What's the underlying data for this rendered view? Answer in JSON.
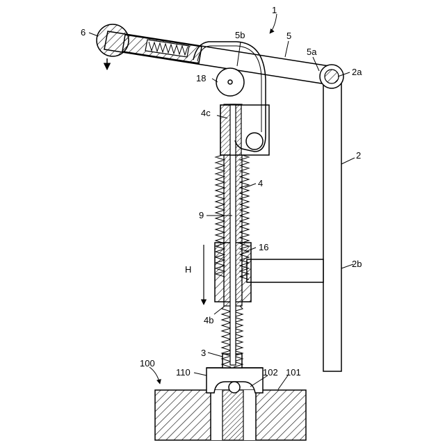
{
  "labels": {
    "n1": "1",
    "n2": "2",
    "n2a": "2a",
    "n2b": "2b",
    "n3": "3",
    "n4": "4",
    "n4b": "4b",
    "n4c": "4c",
    "n5": "5",
    "n5a": "5a",
    "n5b": "5b",
    "n6": "6",
    "n9": "9",
    "n16": "16",
    "n18": "18",
    "nH": "H",
    "n100": "100",
    "n101": "101",
    "n102": "102",
    "n110": "110"
  }
}
